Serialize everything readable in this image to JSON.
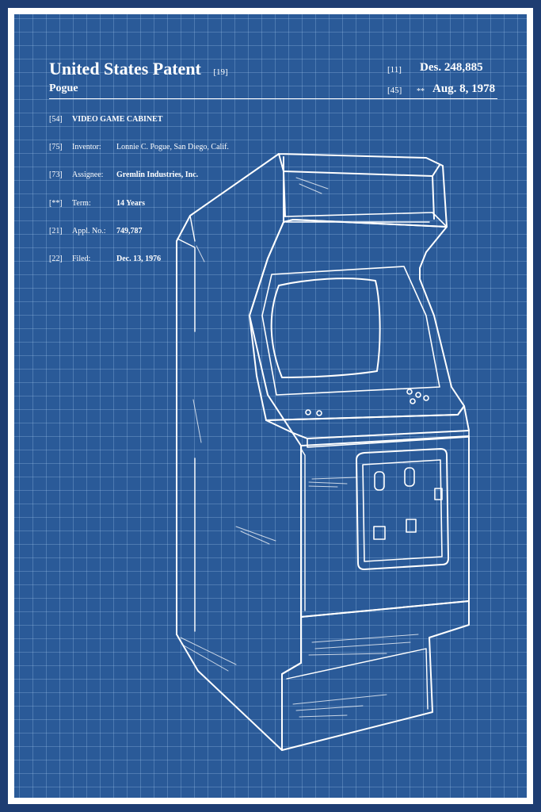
{
  "header": {
    "title": "United States Patent",
    "title_code": "[19]",
    "inventor_surname": "Pogue",
    "patent_code": "[11]",
    "patent_number": "Des. 248,885",
    "date_code": "[45]",
    "date_marker": "**",
    "date": "Aug. 8, 1978"
  },
  "fields": [
    {
      "code": "[54]",
      "label": "",
      "value": "VIDEO GAME CABINET"
    },
    {
      "code": "[75]",
      "label": "Inventor:",
      "value": "Lonnie C. Pogue, San Diego, Calif."
    },
    {
      "code": "[73]",
      "label": "Assignee:",
      "value": "Gremlin Industries, Inc."
    },
    {
      "code": "[**]",
      "label": "Term:",
      "value": "14 Years"
    },
    {
      "code": "[21]",
      "label": "Appl. No.:",
      "value": "749,787"
    },
    {
      "code": "[22]",
      "label": "Filed:",
      "value": "Dec. 13, 1976"
    }
  ],
  "colors": {
    "blueprint": "#2a5a98",
    "grid": "#aacdf0",
    "border": "#ffffff",
    "outer": "#1e3d72"
  }
}
